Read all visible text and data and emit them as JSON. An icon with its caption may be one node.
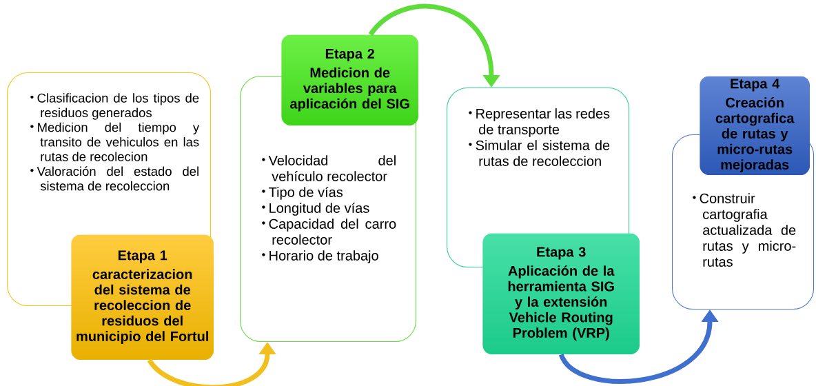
{
  "diagram": {
    "nodes": [
      {
        "text": [
          "Clasificacion de los tipos de residuos generados",
          "Medicion del tiempo y transito de vehiculos en las rutas de recolecion",
          "Valoración del estado del sistema de recoleccion"
        ]
      },
      {
        "text": [
          "Etapa 1",
          "caracterizacion del sistema de recoleccion de residuos del municipio del Fortul"
        ]
      },
      {
        "text": [
          "Velocidad del vehículo recolector",
          "Tipo de vías",
          "Longitud de vías",
          "Capacidad del carro recolector",
          "Horario de trabajo"
        ]
      },
      {
        "text": [
          "Etapa 2",
          "Medicion de variables para aplicación del SIG"
        ]
      },
      {
        "text": [
          "Representar las redes de transporte",
          "Simular el sistema de rutas de recoleccion"
        ]
      },
      {
        "text": [
          "Etapa 3",
          "Aplicación de la herramienta SIG y la extensión Vehicle Routing Problem (VRP)"
        ]
      },
      {
        "text": [
          "Construir cartografia actualizada de rutas y micro-rutas"
        ]
      },
      {
        "text": [
          "Etapa 4",
          "Creación cartografica de rutas y micro-rutas mejoradas"
        ]
      }
    ],
    "edges": [
      {
        "from": 1,
        "to": 2,
        "arrow": "to",
        "color": "#f2c01e"
      },
      {
        "from": 3,
        "to": 4,
        "arrow": "to",
        "color": "#5ddc3a"
      },
      {
        "from": 5,
        "to": 6,
        "arrow": "to",
        "color": "#3f6fcf"
      }
    ]
  }
}
